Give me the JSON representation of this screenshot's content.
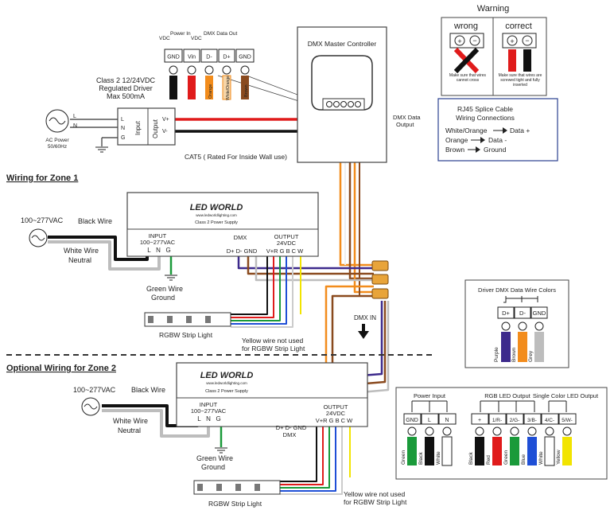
{
  "colors": {
    "red": "#e01b1b",
    "black": "#111111",
    "orange": "#f28c1c",
    "brown": "#8a4a1e",
    "grey": "#bdbdbd",
    "green": "#1a9a3a",
    "blue": "#1f4fd6",
    "white": "#ffffff",
    "yellow": "#f2e400",
    "purple": "#3d2a8c",
    "connector": "#e8a43a"
  },
  "warning": {
    "title": "Warning",
    "wrong_label": "wrong",
    "correct_label": "correct",
    "wrong_note": "Make sure that wires cannot cross",
    "correct_note": "Make sure that wires are screwed tight and fully inserted"
  },
  "rj45": {
    "title_line1": "RJ45 Splice Cable",
    "title_line2": "Wiring Connections",
    "map": [
      {
        "wire": "White/Orange",
        "signal": "Data +"
      },
      {
        "wire": "Orange",
        "signal": "Data -"
      },
      {
        "wire": "Brown",
        "signal": "Ground"
      }
    ]
  },
  "top_terminals": {
    "vdc_left": "VDC",
    "vdc_right": "VDC",
    "power_in": "Power In",
    "dmx_out": "DMX Data Out",
    "labels": [
      "GND",
      "Vin",
      "D-",
      "D+",
      "GND"
    ],
    "wire_labels": [
      "Black",
      "Red",
      "Orange",
      "White/Orange",
      "Brown"
    ]
  },
  "controller": {
    "title": "DMX Master Controller",
    "output_line1": "DMX Data",
    "output_line2": "Output"
  },
  "driver_psu": {
    "line1": "Class 2 12/24VDC",
    "line2": "Regulated Driver",
    "line3": "Max 500mA",
    "input_label": "Input",
    "output_label": "Output",
    "in_pins": [
      "L",
      "N",
      "G"
    ],
    "out_pins": [
      "V+",
      "V-"
    ],
    "ac_line1": "AC Power",
    "ac_line2": "50/60Hz",
    "ac_pins": [
      "L",
      "N"
    ]
  },
  "cat5_label": "CAT5 ( Rated For Inside Wall use)",
  "zone1": {
    "title": "Wiring for Zone 1",
    "ac": "100~277VAC",
    "black_wire": "Black Wire",
    "white_wire_line1": "White Wire",
    "white_wire_line2": "Neutral",
    "green_wire_line1": "Green Wire",
    "green_wire_line2": "Ground",
    "strip": "RGBW Strip Light",
    "yellow_line1": "Yellow wire not used",
    "yellow_line2": "for RGBW Strip Light"
  },
  "zone2": {
    "title": "Optional Wiring for Zone 2",
    "ac": "100~277VAC",
    "black_wire": "Black Wire",
    "white_wire_line1": "White Wire",
    "white_wire_line2": "Neutral",
    "green_wire_line1": "Green Wire",
    "green_wire_line2": "Ground",
    "strip": "RGBW Strip Light",
    "yellow_line1": "Yellow wire not used",
    "yellow_line2": "for RGBW Strip Light"
  },
  "ledworld": {
    "brand": "LED WORLD",
    "site": "www.ledworldlighting.com",
    "subtitle": "Class 2 Power Supply",
    "input_line1": "INPUT",
    "input_line2": "100~277VAC",
    "input_pins": "L   N   G",
    "dmx": "DMX",
    "dmx_pins": "D+ D- GND",
    "output_line1": "OUTPUT",
    "output_line2": "24VDC",
    "output_pins": "V+R G B C W"
  },
  "dmx_in": "DMX IN",
  "driver_colors": {
    "title": "Driver DMX Data Wire Colors",
    "labels": [
      "D+",
      "D-",
      "GND"
    ],
    "wires": [
      "Purple",
      "Brown",
      "Grey"
    ]
  },
  "legend": {
    "power_input": "Power Input",
    "rgb_output": "RGB LED Output",
    "single_output": "Single Color LED Output",
    "power_labels": [
      "GND",
      "L",
      "N"
    ],
    "power_wires": [
      "Green",
      "Black",
      "White"
    ],
    "out_labels": [
      "+",
      "1/R-",
      "2/G-",
      "3/B-",
      "4/C-",
      "5/W-"
    ],
    "out_wires": [
      "Black",
      "Red",
      "Green",
      "Blue",
      "White",
      "Yellow"
    ]
  }
}
